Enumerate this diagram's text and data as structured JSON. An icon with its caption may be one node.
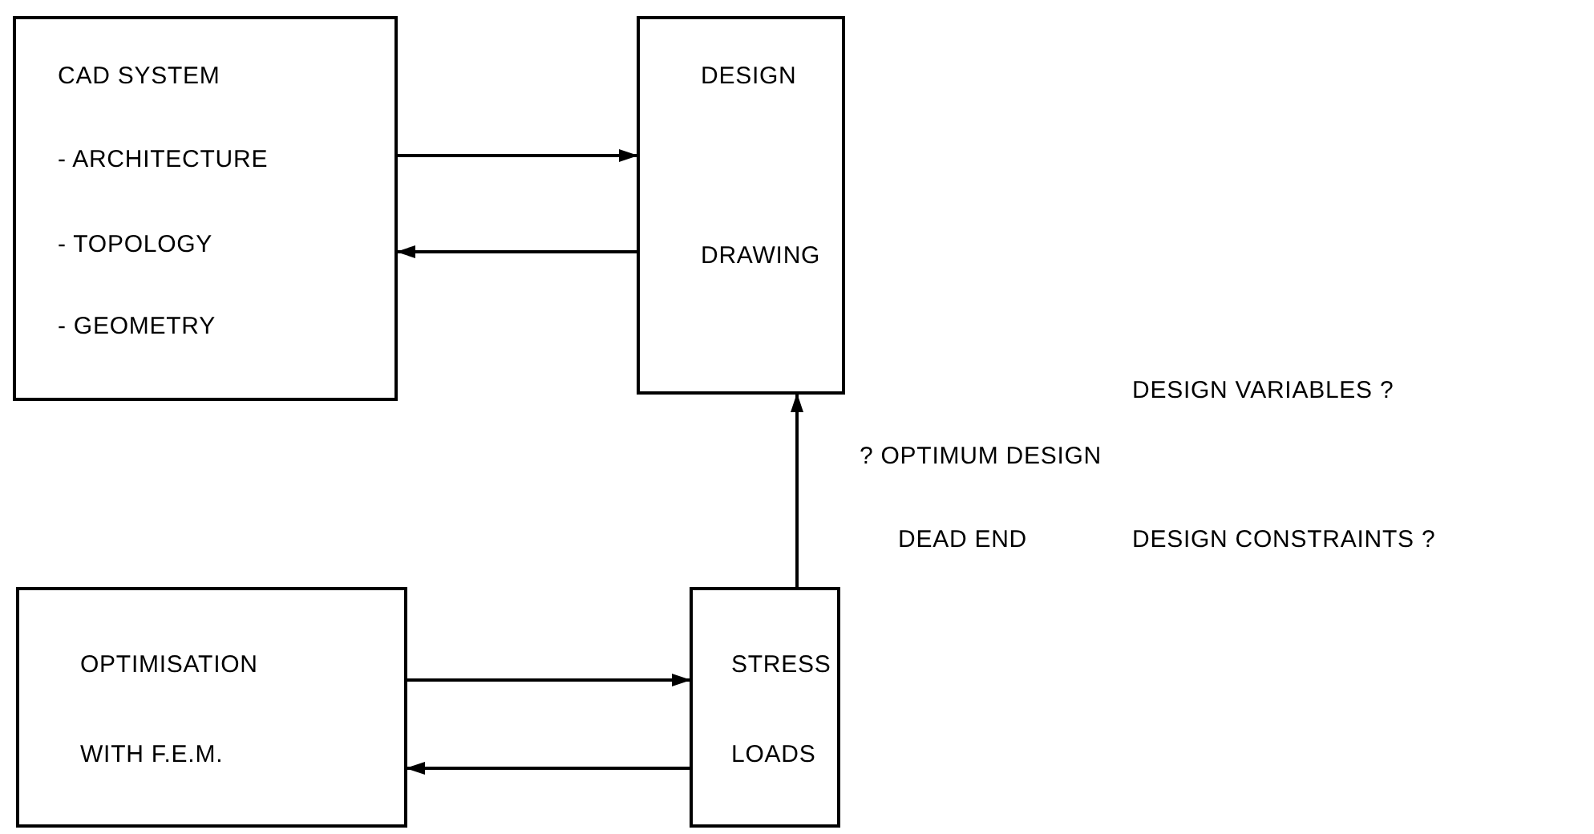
{
  "diagram": {
    "nodes": [
      {
        "text": [
          "CAD SYSTEM",
          "- ARCHITECTURE",
          "- TOPOLOGY",
          "- GEOMETRY"
        ]
      },
      {
        "text": [
          "DESIGN",
          "DRAWING"
        ]
      },
      {
        "text": [
          "OPTIMISATION",
          "WITH F.E.M."
        ]
      },
      {
        "text": [
          "STRESS",
          "LOADS"
        ]
      }
    ],
    "edges": [
      {
        "from": 0,
        "to": 1,
        "arrow": "to"
      },
      {
        "from": 1,
        "to": 0,
        "arrow": "to"
      },
      {
        "from": 2,
        "to": 3,
        "arrow": "to"
      },
      {
        "from": 3,
        "to": 2,
        "arrow": "to"
      },
      {
        "from": 3,
        "to": 1,
        "arrow": "to"
      }
    ],
    "labels": [
      "DESIGN VARIABLES ?",
      "? OPTIMUM DESIGN",
      "DEAD END",
      "DESIGN CONSTRAINTS ?"
    ]
  }
}
